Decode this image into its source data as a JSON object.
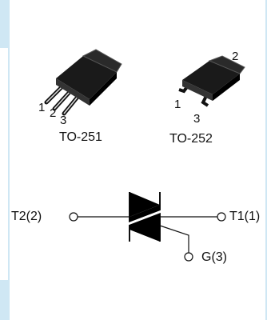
{
  "packages": {
    "to251": {
      "name": "TO-251",
      "pins": [
        "1",
        "2",
        "3"
      ]
    },
    "to252": {
      "name": "TO-252",
      "pins": [
        "1",
        "2",
        "3"
      ]
    }
  },
  "symbol": {
    "t2_label": "T2(2)",
    "t1_label": "T1(1)",
    "g_label": "G(3)"
  },
  "colors": {
    "accent": "#cfe7f4",
    "ink": "#111111"
  }
}
